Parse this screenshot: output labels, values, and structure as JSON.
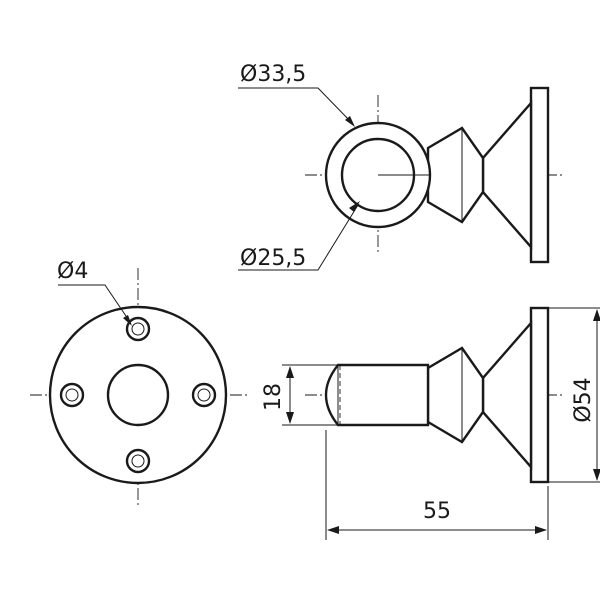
{
  "dimensions": {
    "outer_ring_diameter": "Ø33,5",
    "inner_ring_diameter": "Ø25,5",
    "hole_diameter": "Ø4",
    "pin_height": "18",
    "flange_diameter": "Ø54",
    "overall_length": "55"
  },
  "colors": {
    "line": "#1a1a1a",
    "background": "#ffffff"
  }
}
